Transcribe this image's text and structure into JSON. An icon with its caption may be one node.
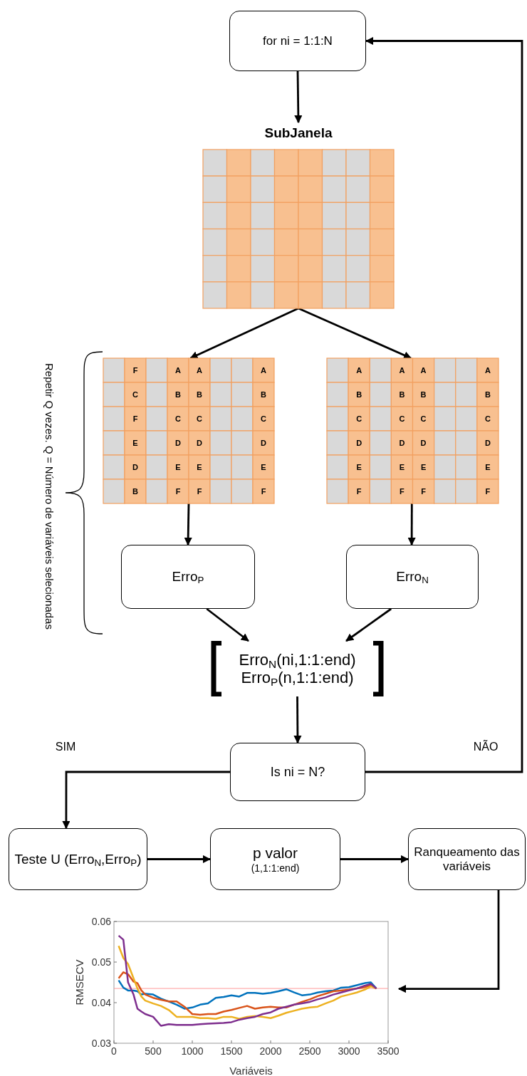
{
  "diagram": {
    "nodes": [
      {
        "text": [
          "for ni = 1:1:N"
        ]
      },
      {
        "text": [
          "SubJanela"
        ]
      },
      {
        "text": [
          "F",
          "A",
          "A",
          "A",
          "C",
          "B",
          "B",
          "B",
          "F",
          "C",
          "C",
          "C",
          "E",
          "D",
          "D",
          "D",
          "D",
          "E",
          "E",
          "E",
          "B",
          "F",
          "F",
          "F"
        ]
      },
      {
        "text": [
          "A",
          "A",
          "A",
          "A",
          "B",
          "B",
          "B",
          "B",
          "C",
          "C",
          "C",
          "C",
          "D",
          "D",
          "D",
          "D",
          "E",
          "E",
          "E",
          "E",
          "F",
          "F",
          "F",
          "F"
        ]
      },
      {
        "text": [
          "Erro$_{P}$"
        ]
      },
      {
        "text": [
          "Erro$_{N}$"
        ]
      },
      {
        "text": [
          "Erro$_{N}$(ni,1:1:end)",
          "Erro$_{P}$(n,1:1:end)"
        ]
      },
      {
        "text": [
          "Is ni = N?"
        ]
      },
      {
        "text": [
          "Teste U (Erro$_{N}$,Erro$_{P}$)"
        ]
      },
      {
        "text": [
          "p valor",
          "(1,1:1:end)"
        ]
      },
      {
        "text": [
          "Ranqueamento das variáveis"
        ]
      },
      {
        "text": [],
        "shape": "picture"
      }
    ],
    "edges": [
      {
        "from": 0,
        "to": 1,
        "arrow": "to"
      },
      {
        "from": 1,
        "to": 2,
        "arrow": "to"
      },
      {
        "from": 1,
        "to": 3,
        "arrow": "to"
      },
      {
        "from": 2,
        "to": 4,
        "arrow": "to"
      },
      {
        "from": 3,
        "to": 5,
        "arrow": "to"
      },
      {
        "from": 4,
        "to": 6,
        "arrow": "to"
      },
      {
        "from": 5,
        "to": 6,
        "arrow": "to"
      },
      {
        "from": 6,
        "to": 7,
        "arrow": "to"
      },
      {
        "from": 7,
        "to": 8,
        "arrow": "to",
        "label": "SIM"
      },
      {
        "from": 7,
        "to": 0,
        "arrow": "to",
        "label": "NÃO"
      },
      {
        "from": 8,
        "to": 9,
        "arrow": "to"
      },
      {
        "from": 9,
        "to": 10,
        "arrow": "to"
      },
      {
        "from": 10,
        "to": 11,
        "arrow": "to"
      }
    ],
    "labels": [
      "Repetir Q vezes. Q = Número de variáveis selecionadas"
    ],
    "chart_data": {
      "type": "line",
      "xlabel": "Variáveis",
      "ylabel": "RMSECV",
      "x": [
        60,
        120,
        180,
        250,
        300,
        350,
        400,
        500,
        600,
        700,
        800,
        900,
        1000,
        1100,
        1200,
        1300,
        1400,
        1500,
        1600,
        1700,
        1800,
        1900,
        2000,
        2100,
        2200,
        2300,
        2400,
        2500,
        2600,
        2700,
        2800,
        2900,
        3000,
        3100,
        3200,
        3280,
        3350
      ],
      "series": [
        {
          "color": "#0072bd",
          "values": [
            0.0455,
            0.0437,
            0.043,
            0.043,
            0.0428,
            0.042,
            0.0422,
            0.042,
            0.041,
            0.0403,
            0.0395,
            0.0385,
            0.0388,
            0.0395,
            0.0398,
            0.0412,
            0.0414,
            0.0418,
            0.0415,
            0.0424,
            0.0424,
            0.0422,
            0.0424,
            0.0428,
            0.0433,
            0.0425,
            0.0418,
            0.042,
            0.0425,
            0.0428,
            0.043,
            0.0437,
            0.0438,
            0.0443,
            0.0448,
            0.045,
            0.0435
          ]
        },
        {
          "color": "#d95319",
          "values": [
            0.046,
            0.0475,
            0.047,
            0.0452,
            0.0448,
            0.043,
            0.042,
            0.0412,
            0.0407,
            0.0403,
            0.0403,
            0.039,
            0.0372,
            0.037,
            0.0372,
            0.0372,
            0.0378,
            0.0382,
            0.0387,
            0.0392,
            0.0385,
            0.0388,
            0.039,
            0.0388,
            0.0388,
            0.0395,
            0.0402,
            0.0408,
            0.0416,
            0.0422,
            0.0428,
            0.043,
            0.0432,
            0.0435,
            0.0438,
            0.0443,
            0.0435
          ]
        },
        {
          "color": "#edb120",
          "values": [
            0.054,
            0.051,
            0.0495,
            0.046,
            0.0435,
            0.0415,
            0.0405,
            0.0398,
            0.0392,
            0.0382,
            0.0365,
            0.0365,
            0.0365,
            0.0362,
            0.0362,
            0.036,
            0.0365,
            0.0365,
            0.036,
            0.0365,
            0.0367,
            0.0365,
            0.0362,
            0.0368,
            0.0375,
            0.038,
            0.0385,
            0.0388,
            0.039,
            0.0398,
            0.0405,
            0.0415,
            0.042,
            0.0425,
            0.0432,
            0.044,
            0.0435
          ]
        },
        {
          "color": "#7e2f8e",
          "values": [
            0.0565,
            0.0555,
            0.045,
            0.042,
            0.0385,
            0.0378,
            0.0372,
            0.0365,
            0.0343,
            0.0347,
            0.0345,
            0.0345,
            0.0345,
            0.0347,
            0.0348,
            0.0349,
            0.035,
            0.0352,
            0.0358,
            0.0362,
            0.0365,
            0.0372,
            0.0376,
            0.0385,
            0.039,
            0.0395,
            0.0398,
            0.0402,
            0.0408,
            0.0413,
            0.042,
            0.0425,
            0.043,
            0.0435,
            0.0442,
            0.0446,
            0.0435
          ]
        }
      ],
      "xlim": [
        0,
        3500
      ],
      "ylim": [
        0.03,
        0.06
      ],
      "xticks": [
        0,
        500,
        1000,
        1500,
        2000,
        2500,
        3000,
        3500
      ],
      "yticks": [
        0.03,
        0.04,
        0.05,
        0.06
      ],
      "ref_lines": [
        {
          "axis": "y",
          "value": 0.0435,
          "color": "#ff9999"
        }
      ]
    }
  }
}
